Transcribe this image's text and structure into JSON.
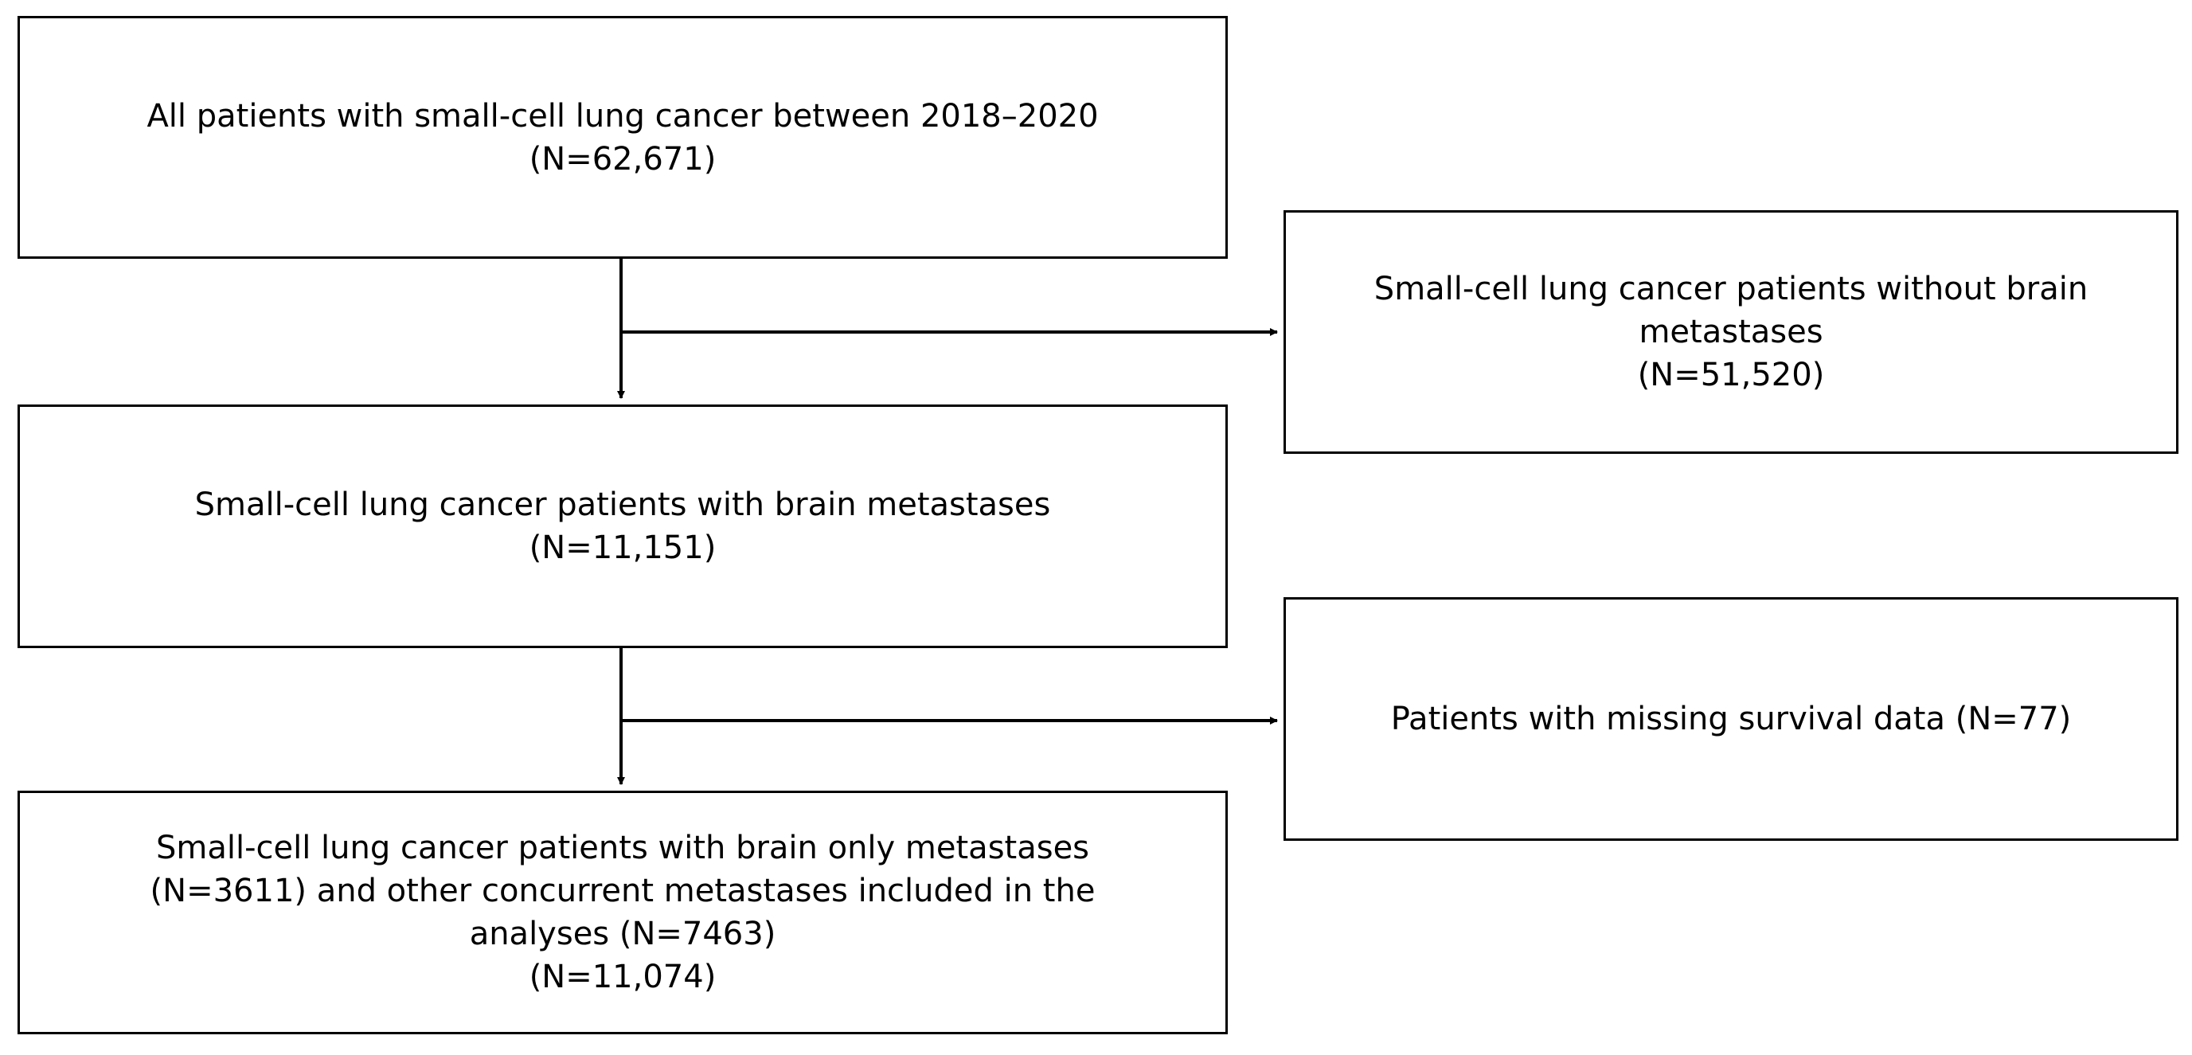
{
  "flow": {
    "all_patients": {
      "line1": "All patients with small-cell lung cancer between 2018–2020",
      "line2": "(N=62,671)"
    },
    "without_brain_mets": {
      "line1": "Small-cell lung cancer patients without brain",
      "line2": "metastases",
      "line3": "(N=51,520)"
    },
    "with_brain_mets": {
      "line1": "Small-cell lung cancer patients with brain metastases",
      "line2": "(N=11,151)"
    },
    "missing_survival": {
      "line1": "Patients with missing survival data (N=77)"
    },
    "final_cohort": {
      "line1": "Small-cell lung cancer patients with brain only metastases",
      "line2": "(N=3611) and other concurrent metastases included in the",
      "line3": "analyses (N=7463)",
      "line4": "(N=11,074)"
    }
  },
  "colors": {
    "line": "#000000",
    "box_border": "#000000",
    "background": "#ffffff"
  }
}
